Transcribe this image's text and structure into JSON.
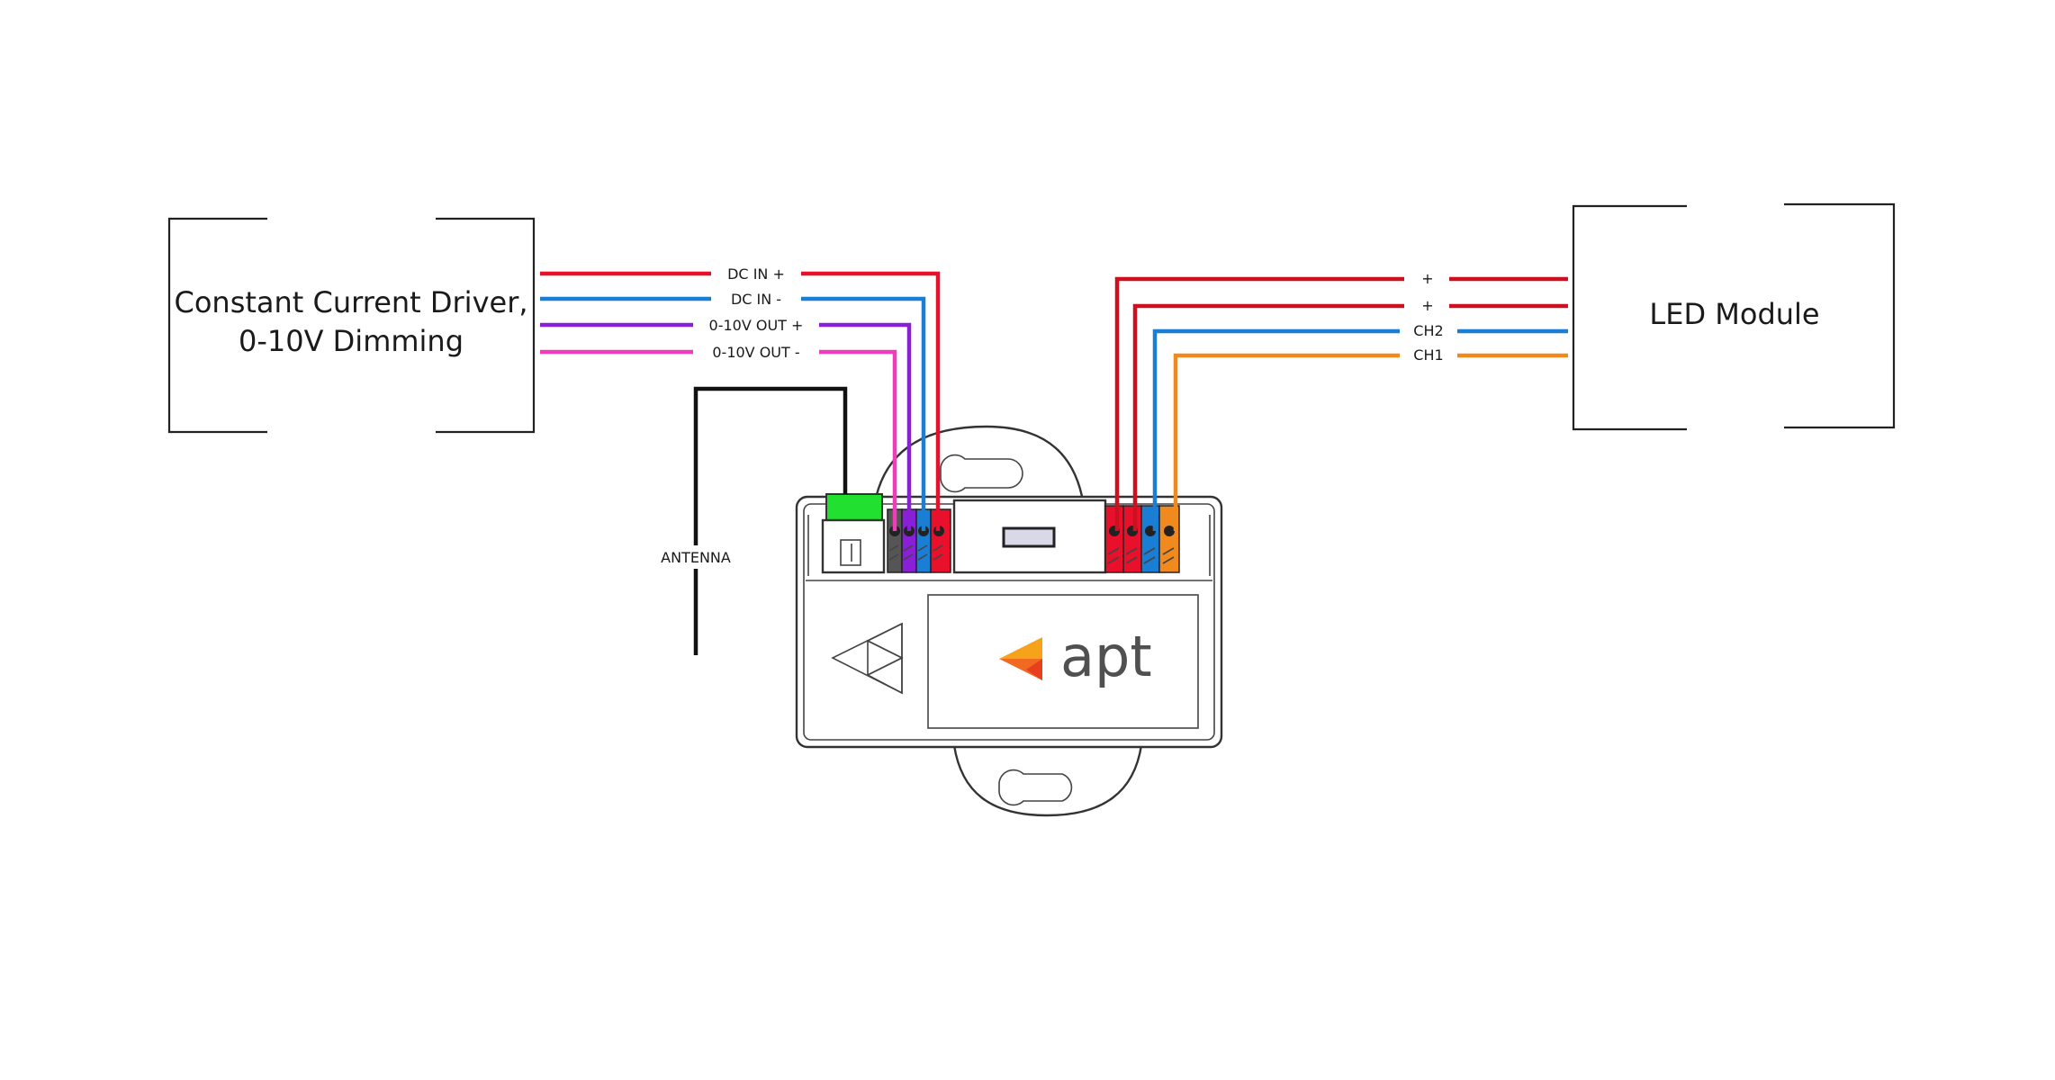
{
  "driver_box": {
    "title_line1": "Constant Current Driver,",
    "title_line2": "0-10V Dimming"
  },
  "led_box": {
    "title": "LED Module"
  },
  "left_wires": [
    {
      "label": "DC IN +",
      "color": "#e8102a"
    },
    {
      "label": "DC IN -",
      "color": "#1a7fd4"
    },
    {
      "label": "0-10V OUT +",
      "color": "#8a1fd8"
    },
    {
      "label": "0-10V OUT -",
      "color": "#f03cb8"
    }
  ],
  "right_wires": [
    {
      "label": "+",
      "color": "#cc1020"
    },
    {
      "label": "+",
      "color": "#cc1020"
    },
    {
      "label": "CH2",
      "color": "#1a7fd4"
    },
    {
      "label": "CH1",
      "color": "#f08a1e"
    }
  ],
  "antenna": {
    "label": "ANTENNA",
    "color": "#111111"
  },
  "device": {
    "brand": "apt",
    "antenna_block_color": "#22e030",
    "logo_colors": [
      "#f7a21b",
      "#f06a22",
      "#e8401f"
    ]
  }
}
